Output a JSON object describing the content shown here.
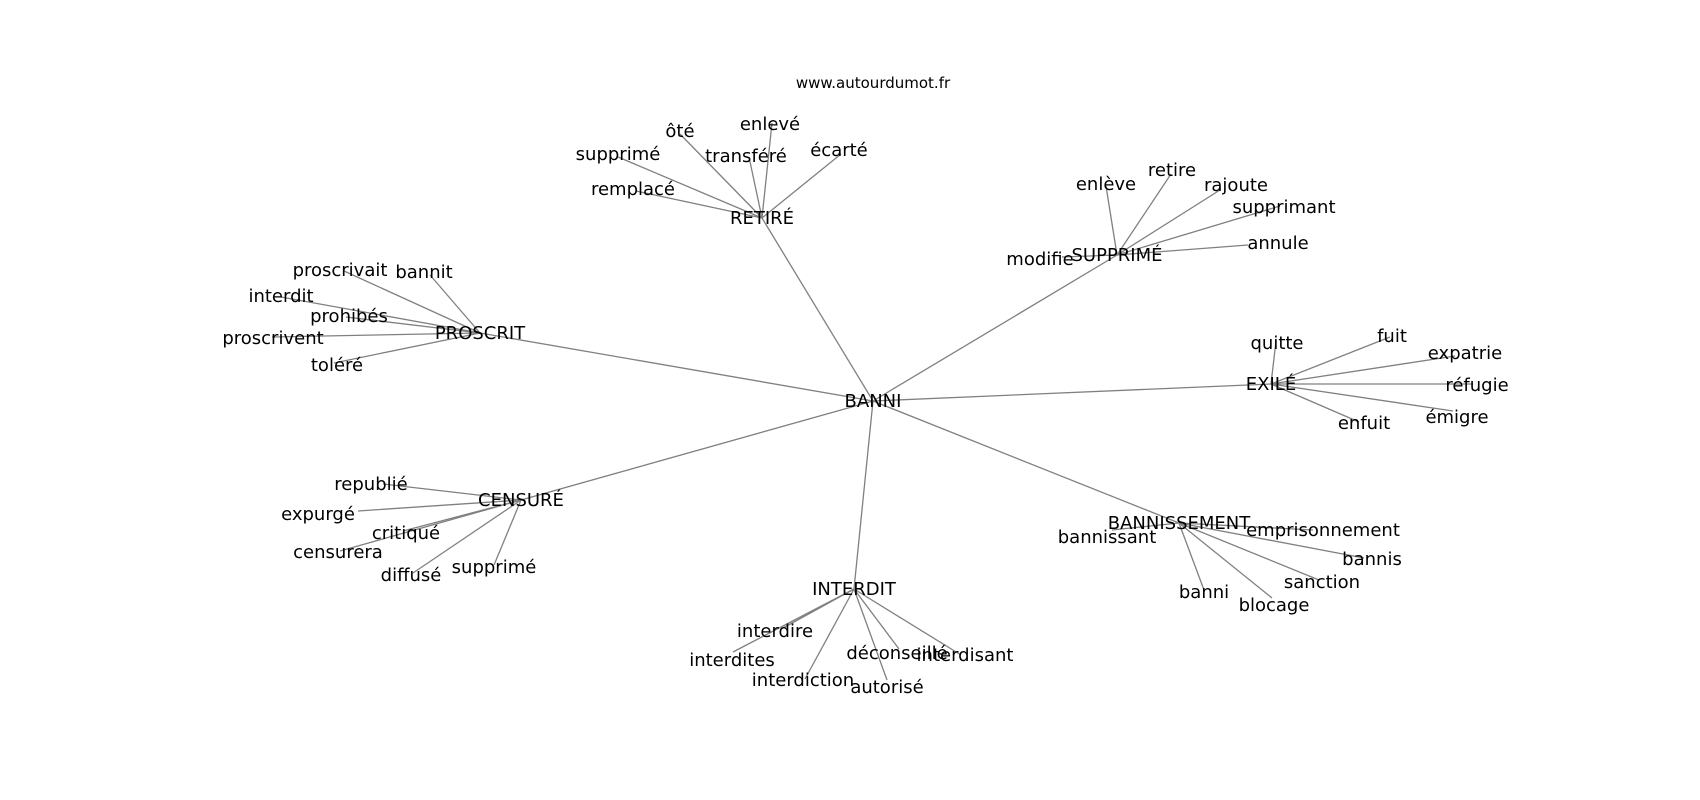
{
  "credit": "www.autourdumot.fr",
  "graph": {
    "center": "BANNI",
    "clusters": [
      {
        "id": "retire",
        "hub": "RETIRÉ",
        "words": [
          "ôté",
          "enlevé",
          "supprimé",
          "transféré",
          "écarté",
          "remplacé"
        ]
      },
      {
        "id": "supprime",
        "hub": "SUPPRIMÉ",
        "words": [
          "enlève",
          "retire",
          "rajoute",
          "supprimant",
          "annule",
          "modifie"
        ]
      },
      {
        "id": "proscrit",
        "hub": "PROSCRIT",
        "words": [
          "proscrivait",
          "bannit",
          "interdit",
          "prohibés",
          "proscrivent",
          "toléré"
        ]
      },
      {
        "id": "exile",
        "hub": "EXILÉ",
        "words": [
          "quitte",
          "fuit",
          "expatrie",
          "réfugie",
          "émigre",
          "enfuit"
        ]
      },
      {
        "id": "censure",
        "hub": "CENSURÉ",
        "words": [
          "republié",
          "expurgé",
          "critiqué",
          "censurera",
          "diffusé",
          "supprimé"
        ]
      },
      {
        "id": "bannissement",
        "hub": "BANNISSEMENT",
        "words": [
          "bannissant",
          "emprisonnement",
          "bannis",
          "sanction",
          "banni",
          "blocage"
        ]
      },
      {
        "id": "interdit",
        "hub": "INTERDIT",
        "words": [
          "interdire",
          "interdites",
          "interdiction",
          "déconseillé",
          "interdisant",
          "autorisé"
        ]
      }
    ]
  }
}
